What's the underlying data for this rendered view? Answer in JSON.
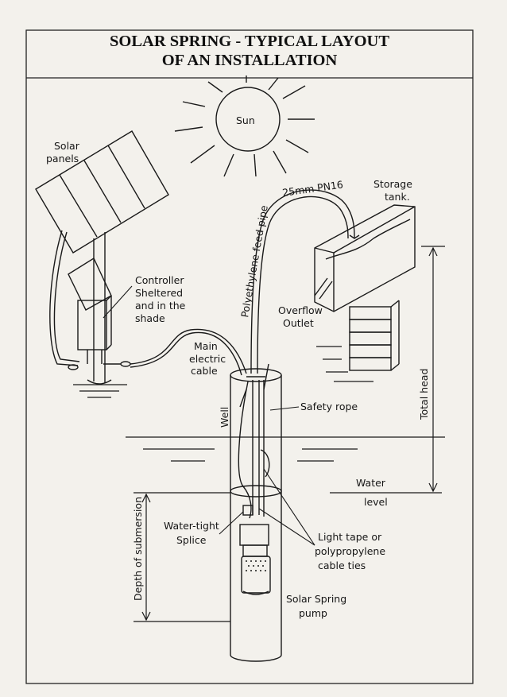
{
  "title": {
    "line1": "SOLAR SPRING - TYPICAL LAYOUT",
    "line2": "OF AN INSTALLATION"
  },
  "labels": {
    "sun": "Sun",
    "solar_panels_1": "Solar",
    "solar_panels_2": "panels",
    "controller_1": "Controller",
    "controller_2": "Sheltered",
    "controller_3": "and in the",
    "controller_4": "shade",
    "main_cable_1": "Main",
    "main_cable_2": "electric",
    "main_cable_3": "cable",
    "feed_pipe": "Polyethylene feed pipe",
    "pipe_spec": "25mm PN16",
    "storage_tank_1": "Storage",
    "storage_tank_2": "tank.",
    "overflow_1": "Overflow",
    "overflow_2": "Outlet",
    "well": "Well",
    "safety_rope": "Safety rope",
    "total_head": "Total head",
    "water_level_1": "Water",
    "water_level_2": "level",
    "depth_of_submersion": "Depth of submersion",
    "splice_1": "Water-tight",
    "splice_2": "Splice",
    "tape_1": "Light tape or",
    "tape_2": "polypropylene",
    "tape_3": "cable ties",
    "pump_1": "Solar Spring",
    "pump_2": "pump"
  }
}
